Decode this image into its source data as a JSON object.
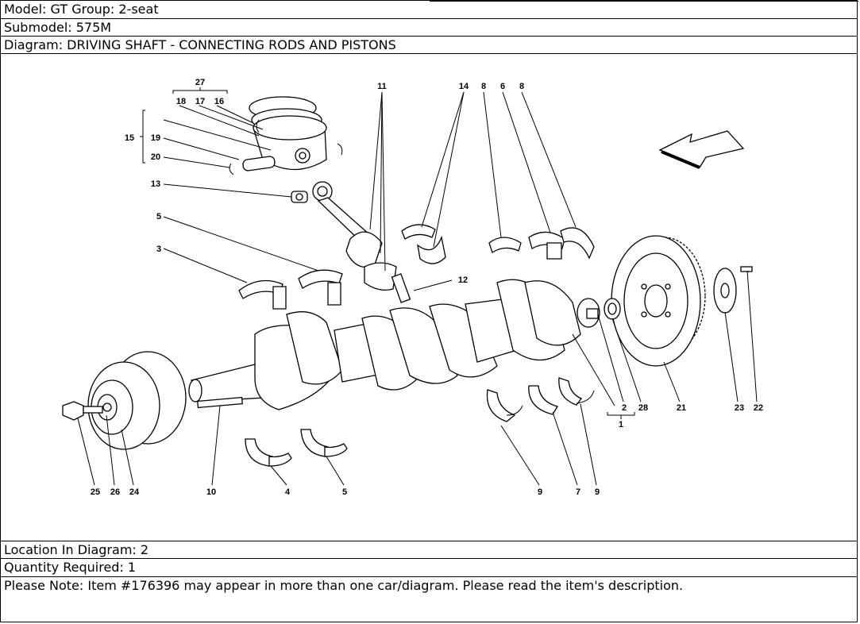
{
  "header": {
    "model_line": "Model: GT Group: 2-seat",
    "submodel_line": "Submodel: 575M",
    "diagram_line": "Diagram: DRIVING SHAFT - CONNECTING RODS AND PISTONS"
  },
  "footer": {
    "location_line": "Location In Diagram: 2",
    "quantity_line": "Quantity Required: 1",
    "note_line": "Please Note: Item #176396 may appear in more than one car/diagram. Please read the item's description."
  },
  "callouts": {
    "c1": "1",
    "c2": "2",
    "c3": "3",
    "c4": "4",
    "c5a": "5",
    "c5b": "5",
    "c6": "6",
    "c7": "7",
    "c8a": "8",
    "c8b": "8",
    "c9a": "9",
    "c9b": "9",
    "c10": "10",
    "c11": "11",
    "c12": "12",
    "c13": "13",
    "c14": "14",
    "c15": "15",
    "c16": "16",
    "c17": "17",
    "c18": "18",
    "c19": "19",
    "c20": "20",
    "c21": "21",
    "c22": "22",
    "c23": "23",
    "c24": "24",
    "c25": "25",
    "c26": "26",
    "c27": "27",
    "c28": "28"
  }
}
